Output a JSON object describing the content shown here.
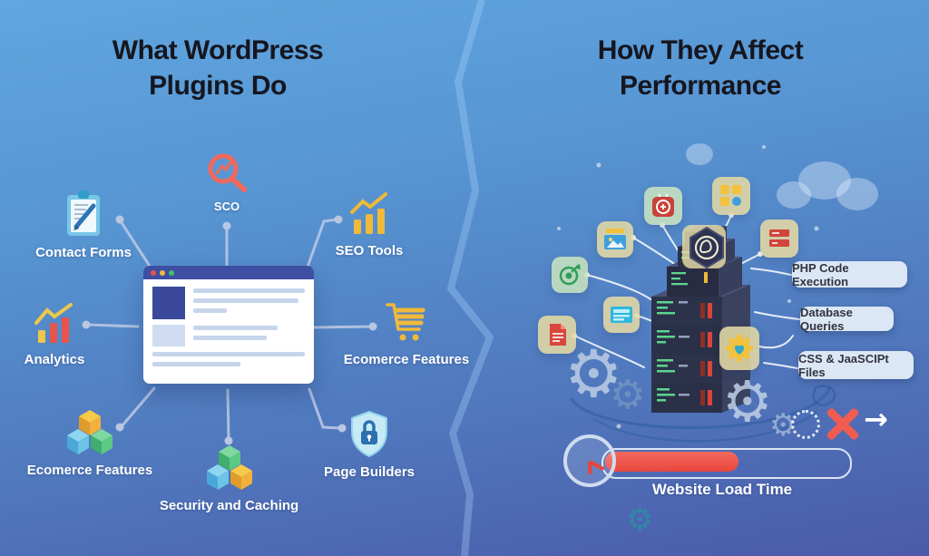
{
  "left": {
    "title": "What WordPress Plugins Do",
    "center_illustration": "browser-window-mockup",
    "nodes": {
      "sco": {
        "label": "SCO",
        "icon": "search-magnifier-icon"
      },
      "contact_forms": {
        "label": "Contact Forms",
        "icon": "clipboard-pen-icon"
      },
      "seo_tools": {
        "label": "SEO Tools",
        "icon": "growth-chart-icon"
      },
      "analytics": {
        "label": "Analytics",
        "icon": "analytics-chart-icon"
      },
      "ecommerce_cart": {
        "label": "Ecomerce Features",
        "icon": "shopping-cart-icon"
      },
      "ecommerce_cubes": {
        "label": "Ecomerce Features",
        "icon": "stacked-cubes-icon"
      },
      "page_builders": {
        "label": "Page Builders",
        "icon": "shield-lock-icon"
      },
      "security_caching": {
        "label": "Security and Caching",
        "icon": "stacked-cubes-icon"
      }
    }
  },
  "right": {
    "title": "How They Affect Performance",
    "callouts": {
      "php": "PHP Code Execution",
      "db": "Database Queries",
      "assets": "CSS & JaaSCIPt Files"
    },
    "load_time": {
      "label": "Website Load Time",
      "progress_percent": 54
    },
    "illustration": {
      "server": "server-stack-illustration",
      "plugin_tiles": [
        "image-plugin-icon",
        "plug-plugin-icon",
        "puzzle-plugin-icon",
        "blocks-plugin-icon",
        "target-plugin-icon",
        "card-plugin-icon",
        "file-plugin-icon",
        "gear-heart-plugin-icon"
      ],
      "status_icons": [
        "loading-dots-icon",
        "error-x-icon",
        "arrow-right-icon",
        "clock-icon"
      ]
    }
  },
  "colors": {
    "bg_top": "#5ea4de",
    "bg_bottom": "#4b5aa9",
    "title_text": "#16161f",
    "label_text": "#ffffff",
    "accent_red": "#ef5a4e",
    "accent_yellow": "#f0b93a",
    "accent_lightblue": "#7ecbeb",
    "server_navy": "#2b3148",
    "pill_bg": "#dbe7f4"
  }
}
